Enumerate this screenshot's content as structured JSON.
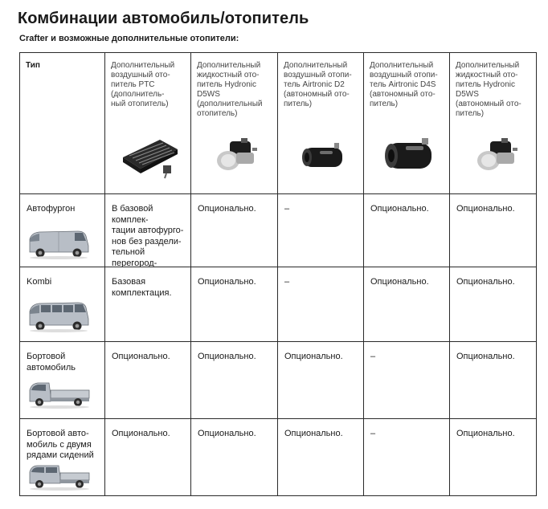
{
  "title": "Комбинации автомобиль/отопитель",
  "subtitle": "Crafter и возможные дополнительные отопители:",
  "table": {
    "type_header": "Тип",
    "columns": [
      {
        "label": "Дополнительный\nвоздушный ото-\nпитель PTC\n(дополнитель-\nный отопитель)",
        "icon": "ptc-heater-icon"
      },
      {
        "label": "Дополнительный\nжидкостный ото-\nпитель Hydronic D5WS\n(дополнительный\nотопитель)",
        "icon": "hydronic-heater-icon"
      },
      {
        "label": "Дополнительный\nвоздушный отопи-\nтель Airtronic D2\n(автономный ото-\nпитель)",
        "icon": "airtronic-d2-heater-icon"
      },
      {
        "label": "Дополнительный\nвоздушный отопи-\nтель Airtronic D4S\n(автономный ото-\nпитель)",
        "icon": "airtronic-d4s-heater-icon"
      },
      {
        "label": "Дополнительный\nжидкостный ото-\nпитель Hydronic D5WS\n(автономный ото-\nпитель)",
        "icon": "hydronic-heater-icon"
      }
    ],
    "rows": [
      {
        "label": "Автофургон",
        "vehicle_icon": "panel-van-icon",
        "cells": [
          "В базовой комплек-\nтации автофурго-\nнов без раздели-\nтельной перегород-\nки, остальные вари-\nанты опционально.",
          "Опционально.",
          "–",
          "Опционально.",
          "Опционально."
        ]
      },
      {
        "label": "Kombi",
        "vehicle_icon": "kombi-van-icon",
        "cells": [
          "Базовая\nкомплектация.",
          "Опционально.",
          "–",
          "Опционально.",
          "Опционально."
        ]
      },
      {
        "label": "Бортовой\nавтомобиль",
        "vehicle_icon": "flatbed-truck-icon",
        "cells": [
          "Опционально.",
          "Опционально.",
          "Опционально.",
          "–",
          "Опционально."
        ]
      },
      {
        "label": "Бортовой авто-\nмобиль с двумя\nрядами сидений",
        "vehicle_icon": "double-cab-flatbed-icon",
        "cells": [
          "Опционально.",
          "Опционально.",
          "Опционально.",
          "–",
          "Опционально."
        ]
      }
    ]
  }
}
